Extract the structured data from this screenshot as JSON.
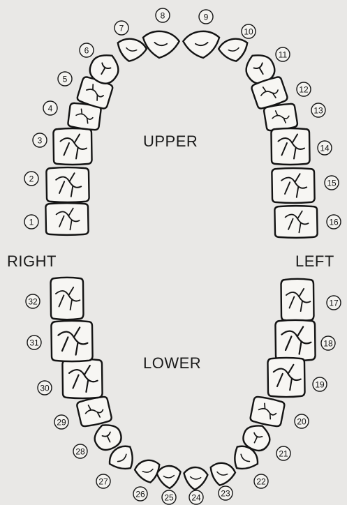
{
  "labels": {
    "upper": "UPPER",
    "lower": "LOWER",
    "right": "RIGHT",
    "left": "LEFT"
  },
  "teeth": [
    {
      "number": "1"
    },
    {
      "number": "2"
    },
    {
      "number": "3"
    },
    {
      "number": "4"
    },
    {
      "number": "5"
    },
    {
      "number": "6"
    },
    {
      "number": "7"
    },
    {
      "number": "8"
    },
    {
      "number": "9"
    },
    {
      "number": "10"
    },
    {
      "number": "11"
    },
    {
      "number": "12"
    },
    {
      "number": "13"
    },
    {
      "number": "14"
    },
    {
      "number": "15"
    },
    {
      "number": "16"
    },
    {
      "number": "17"
    },
    {
      "number": "18"
    },
    {
      "number": "19"
    },
    {
      "number": "20"
    },
    {
      "number": "21"
    },
    {
      "number": "22"
    },
    {
      "number": "23"
    },
    {
      "number": "24"
    },
    {
      "number": "25"
    },
    {
      "number": "26"
    },
    {
      "number": "27"
    },
    {
      "number": "28"
    },
    {
      "number": "29"
    },
    {
      "number": "30"
    },
    {
      "number": "31"
    },
    {
      "number": "32"
    }
  ]
}
